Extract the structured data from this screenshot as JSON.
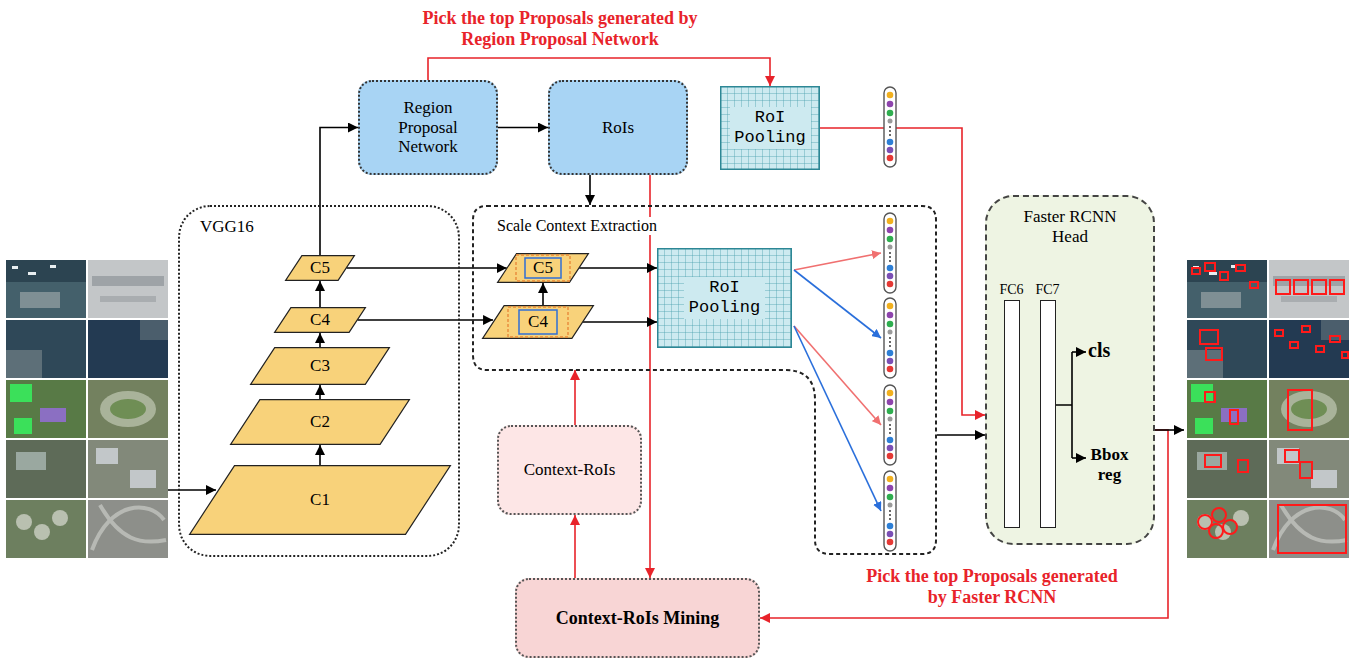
{
  "diagram": {
    "nodes": [
      {
        "text": [
          "Region Proposal Network"
        ]
      },
      {
        "text": [
          "RoIs"
        ]
      },
      {
        "text": [
          "RoI Pooling"
        ]
      },
      {
        "text": [
          "VGG16"
        ]
      },
      {
        "text": [
          "C5"
        ],
        "in": 3
      },
      {
        "text": [
          "C4"
        ],
        "in": 3
      },
      {
        "text": [
          "C3"
        ],
        "in": 3
      },
      {
        "text": [
          "C2"
        ],
        "in": 3
      },
      {
        "text": [
          "C1"
        ],
        "in": 3
      },
      {
        "text": [
          "Scale Context Extraction"
        ]
      },
      {
        "text": [
          "C5"
        ],
        "in": 9
      },
      {
        "text": [
          "C4"
        ],
        "in": 9
      },
      {
        "text": [
          "RoI Pooling"
        ],
        "in": 9
      },
      {
        "text": [
          "Faster RCNN Head"
        ]
      },
      {
        "text": [
          "FC6"
        ],
        "in": 13
      },
      {
        "text": [
          "FC7"
        ],
        "in": 13
      },
      {
        "text": [
          "Context-RoIs"
        ]
      },
      {
        "text": [
          "Context-RoIs Mining"
        ]
      }
    ],
    "edges": [
      {
        "from": 4,
        "to": 0,
        "arrow": "to"
      },
      {
        "from": 0,
        "to": 1,
        "arrow": "to"
      },
      {
        "from": 0,
        "to": 2,
        "arrow": "to"
      },
      {
        "from": 1,
        "to": 9,
        "arrow": "to"
      },
      {
        "from": 1,
        "to": 17,
        "arrow": "to"
      },
      {
        "from": 8,
        "to": 7,
        "arrow": "to"
      },
      {
        "from": 7,
        "to": 6,
        "arrow": "to"
      },
      {
        "from": 6,
        "to": 5,
        "arrow": "to"
      },
      {
        "from": 5,
        "to": 4,
        "arrow": "to"
      },
      {
        "from": 4,
        "to": 10,
        "arrow": "to"
      },
      {
        "from": 5,
        "to": 11,
        "arrow": "to"
      },
      {
        "from": 11,
        "to": 10,
        "arrow": "to"
      },
      {
        "from": 10,
        "to": 12,
        "arrow": "to"
      },
      {
        "from": 11,
        "to": 12,
        "arrow": "to"
      },
      {
        "from": 2,
        "to": 13,
        "arrow": "to"
      },
      {
        "from": 9,
        "to": 13,
        "arrow": "to"
      },
      {
        "from": 13,
        "to": 17,
        "arrow": "to"
      },
      {
        "from": 17,
        "to": 16,
        "arrow": "to"
      },
      {
        "from": 16,
        "to": 9,
        "arrow": "to"
      }
    ],
    "labels": [
      "Pick the top Proposals generated by Region Proposal Network",
      "Pick the top Proposals generated by Faster RCNN",
      "cls",
      "Bbox reg"
    ]
  }
}
